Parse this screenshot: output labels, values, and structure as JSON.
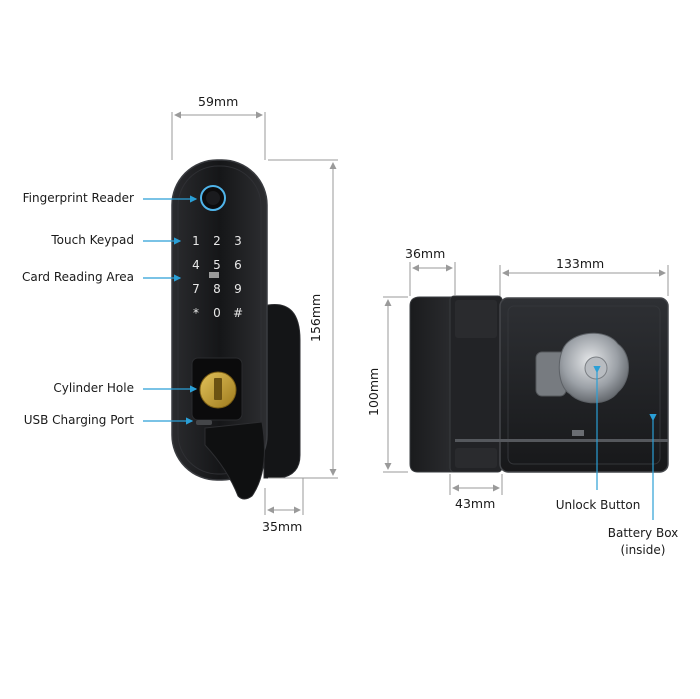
{
  "dimensions": {
    "keypad_width": "59mm",
    "keypad_height": "156mm",
    "keypad_depth": "35mm",
    "box_depth_top": "36mm",
    "box_width": "133mm",
    "box_height": "100mm",
    "box_depth_bottom": "43mm"
  },
  "callouts": {
    "fingerprint_reader": "Fingerprint Reader",
    "touch_keypad": "Touch Keypad",
    "card_reading_area": "Card Reading Area",
    "cylinder_hole": "Cylinder Hole",
    "usb_charging_port": "USB Charging Port",
    "unlock_button": "Unlock Button",
    "battery_box_line1": "Battery Box",
    "battery_box_line2": "(inside)"
  },
  "keypad_keys": [
    "1",
    "2",
    "3",
    "4",
    "5",
    "6",
    "7",
    "8",
    "9",
    "*",
    "0",
    "#"
  ],
  "colors": {
    "device_body": "#1b1c1e",
    "device_edge": "#3a3c40",
    "cylinder": "#c9a233",
    "dimension_line": "#9a9a9a",
    "callout_arrow": "#2a9fd6",
    "knob": "#8f9398"
  }
}
